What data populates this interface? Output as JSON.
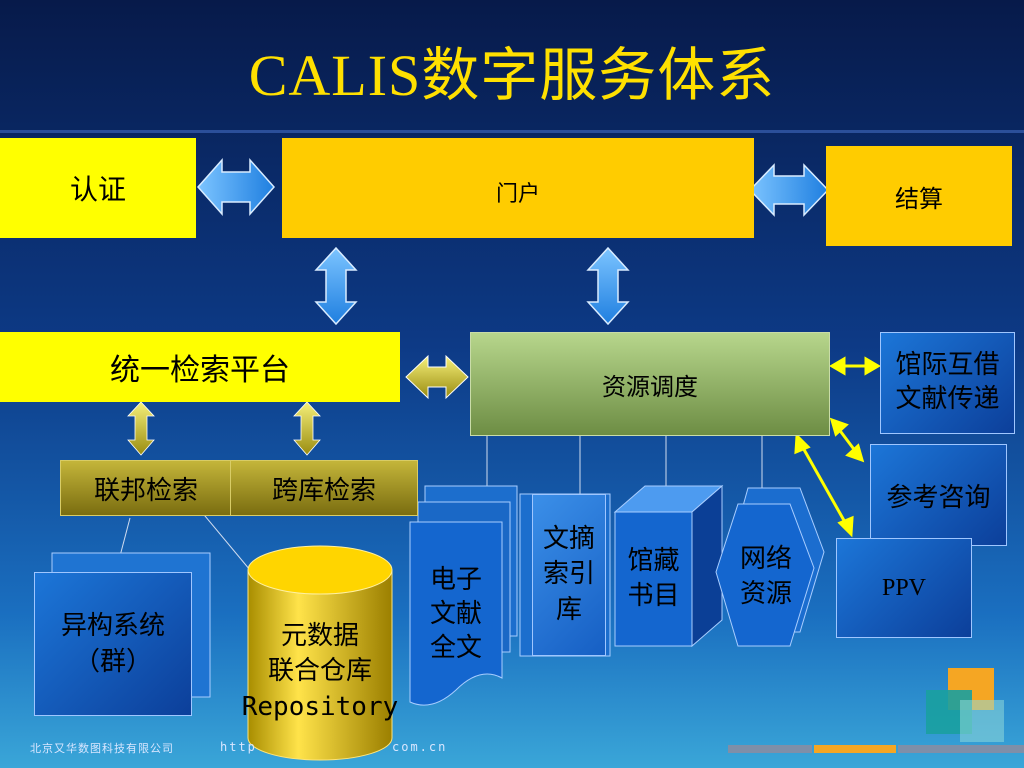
{
  "title": "CALIS数字服务体系",
  "nodes": {
    "auth": "认证",
    "portal": "门户",
    "billing": "结算",
    "search_platform": "统一检索平台",
    "resource_dispatch": "资源调度",
    "ill": "馆际互借\n文献传递",
    "reference": "参考咨询",
    "ppv": "PPV",
    "federated_search": "联邦检索",
    "cross_db_search": "跨库检索",
    "heterogeneous": "异构系统\n（群）",
    "metadata_repo": "元数据\n联合仓库\nRepository",
    "ebook_fulltext": "电子\n文献\n全文",
    "abstract_index": "文摘\n索引\n库",
    "holdings": "馆藏\n书目",
    "web_resources": "网络\n资源"
  },
  "footer": {
    "company": "北京又华数图科技有限公司",
    "url_start": "http",
    "url_end": "com.cn"
  },
  "colors": {
    "title": "#ffe000",
    "yellow": "#ffff00",
    "gold": "#ffcc00",
    "arrow_blue": "#3399ff",
    "arrow_yellow": "#ffff00"
  }
}
